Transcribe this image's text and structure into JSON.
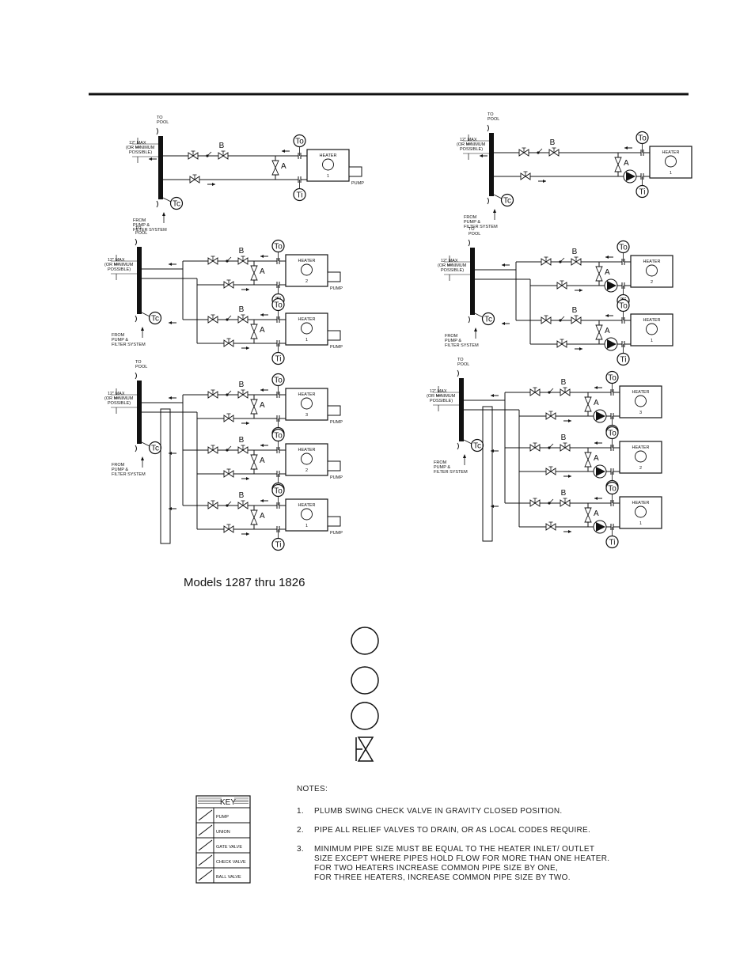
{
  "labels": {
    "to_pool": [
      "TO",
      "POOL"
    ],
    "max_spacing": [
      "12\" MAX",
      "(OR MINIMUM",
      "POSSIBLE)"
    ],
    "from_pump": [
      "FROM",
      "PUMP  &",
      "FILTER SYSTEM"
    ],
    "heater": "HEATER",
    "pump": "PUMP",
    "to_tag": "To",
    "ti_tag": "Ti",
    "tc_tag": "Tc",
    "valve_a": "A",
    "valve_b": "B",
    "heater_numbers": [
      "1",
      "2",
      "3"
    ]
  },
  "caption": "Models 1287 thru 1826",
  "key": {
    "title": "KEY",
    "items": [
      "PUMP",
      "UNION",
      "GATE VALVE",
      "CHECK VALVE",
      "BALL VALVE"
    ]
  },
  "notes": {
    "title": "NOTES:",
    "items": [
      {
        "num": "1.",
        "lines": [
          "PLUMB SWING CHECK VALVE IN GRAVITY CLOSED POSITION."
        ]
      },
      {
        "num": "2.",
        "lines": [
          "PIPE ALL RELIEF VALVES TO DRAIN, OR AS LOCAL CODES REQUIRE."
        ]
      },
      {
        "num": "3.",
        "lines": [
          "MINIMUM PIPE SIZE MUST BE EQUAL TO THE HEATER INLET/ OUTLET",
          "SIZE EXCEPT WHERE PIPES HOLD FLOW FOR MORE THAN ONE HEATER.",
          "FOR TWO HEATERS INCREASE COMMON PIPE SIZE BY ONE,",
          "FOR THREE HEATERS, INCREASE COMMON PIPE SIZE BY TWO."
        ]
      }
    ]
  }
}
